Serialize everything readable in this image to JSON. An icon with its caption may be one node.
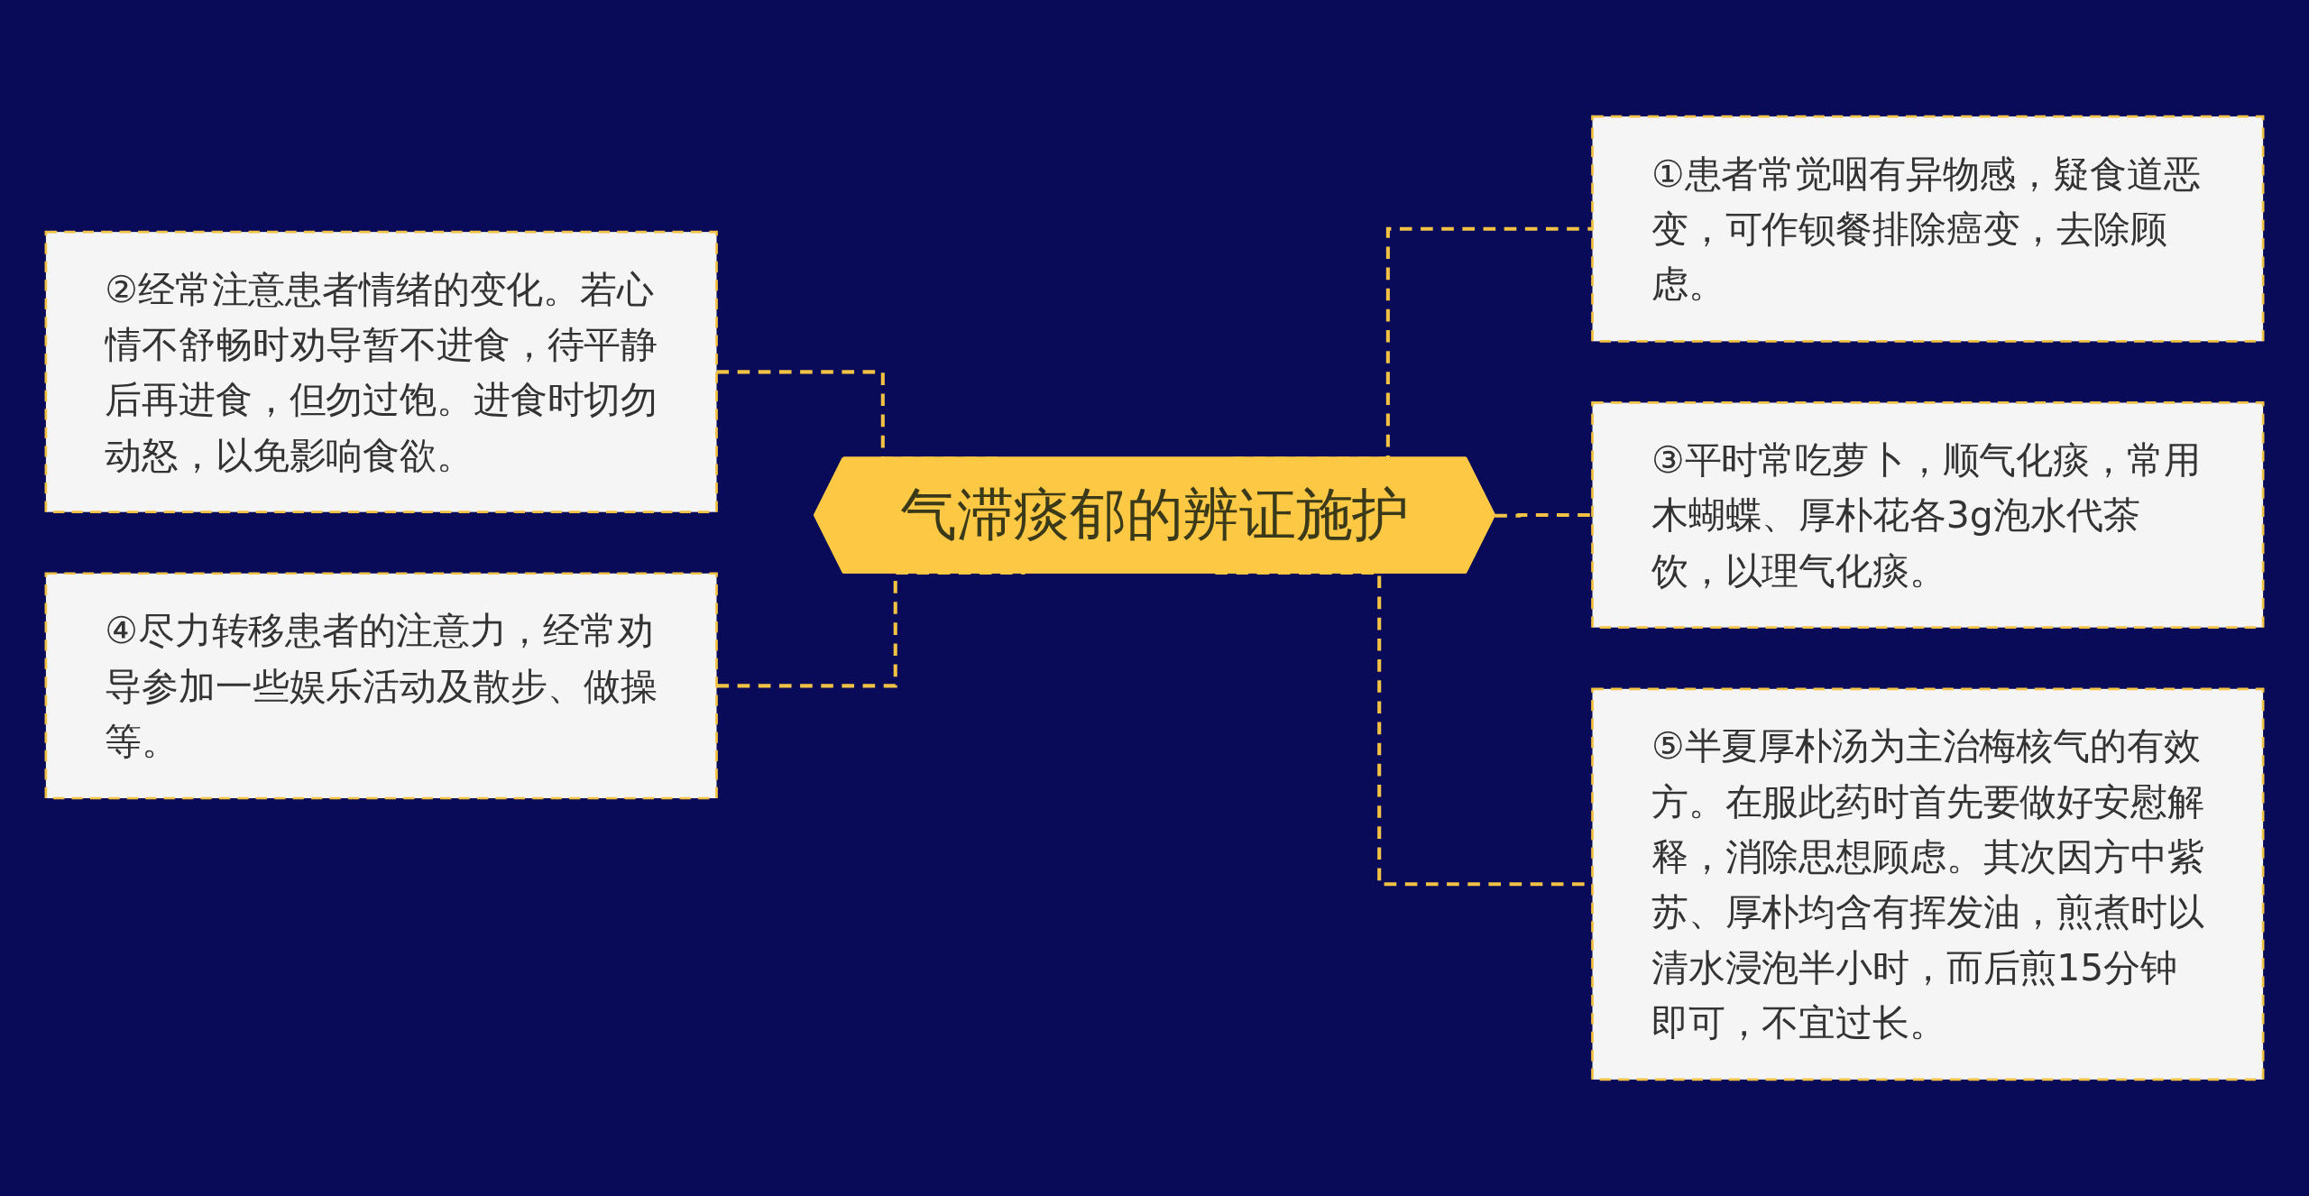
{
  "diagram": {
    "nodes": [
      {
        "text": [
          "气滞痰郁的辨证施护"
        ]
      },
      {
        "text": [
          "①患者常觉咽有异物感，疑食道恶变，可作钡餐排除癌变，去除顾虑。"
        ]
      },
      {
        "text": [
          "②经常注意患者情绪的变化。若心情不舒畅时劝导暂不进食，待平静后再进食，但勿过饱。进食时切勿动怒，以免影响食欲。"
        ]
      },
      {
        "text": [
          "③平时常吃萝卜，顺气化痰，常用木蝴蝶、厚朴花各3g泡水代茶饮，以理气化痰。"
        ]
      },
      {
        "text": [
          "④尽力转移患者的注意力，经常劝导参加一些娱乐活动及散步、做操等。"
        ]
      },
      {
        "text": [
          "⑤半夏厚朴汤为主治梅核气的有效方。在服此药时首先要做好安慰解释，消除思想顾虑。其次因方中紫苏、厚朴均含有挥发油，煎煮时以清水浸泡半小时，而后煎15分钟即可，不宜过长。"
        ]
      }
    ],
    "edges": [
      {
        "from": 0,
        "to": 1,
        "arrow": "none",
        "style": "dashed"
      },
      {
        "from": 0,
        "to": 2,
        "arrow": "none",
        "style": "dashed"
      },
      {
        "from": 0,
        "to": 3,
        "arrow": "none",
        "style": "dashed"
      },
      {
        "from": 0,
        "to": 4,
        "arrow": "none",
        "style": "dashed"
      },
      {
        "from": 0,
        "to": 5,
        "arrow": "none",
        "style": "dashed"
      }
    ]
  }
}
